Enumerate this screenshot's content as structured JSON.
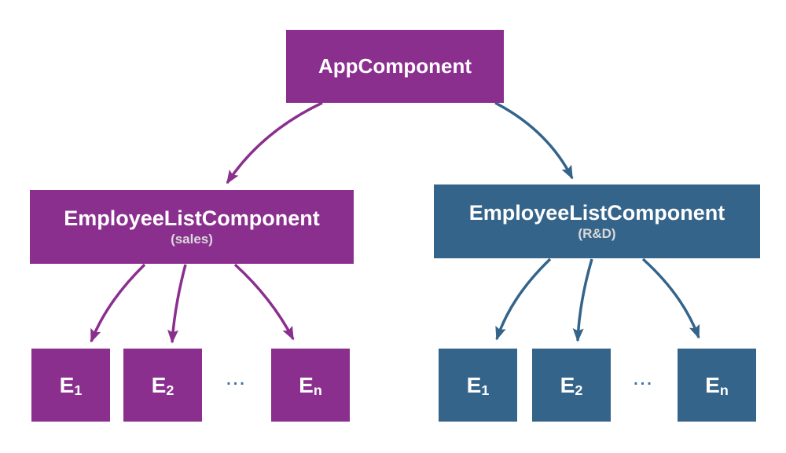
{
  "colors": {
    "purple": "#8B2F8F",
    "blue": "#34648A",
    "ellipsis": "#3D6EA5",
    "node_text": "#FFFFFF",
    "subtitle_text": "#D9D9D9",
    "background": "#FFFFFF"
  },
  "tree": {
    "root": {
      "label": "AppComponent"
    },
    "branches": [
      {
        "title": "EmployeeListComponent",
        "subtitle": "(sales)",
        "ellipsis": "...",
        "children": [
          {
            "base": "E",
            "sub": "1"
          },
          {
            "base": "E",
            "sub": "2"
          },
          {
            "base": "E",
            "sub": "n"
          }
        ]
      },
      {
        "title": "EmployeeListComponent",
        "subtitle": "(R&D)",
        "ellipsis": "...",
        "children": [
          {
            "base": "E",
            "sub": "1"
          },
          {
            "base": "E",
            "sub": "2"
          },
          {
            "base": "E",
            "sub": "n"
          }
        ]
      }
    ]
  }
}
